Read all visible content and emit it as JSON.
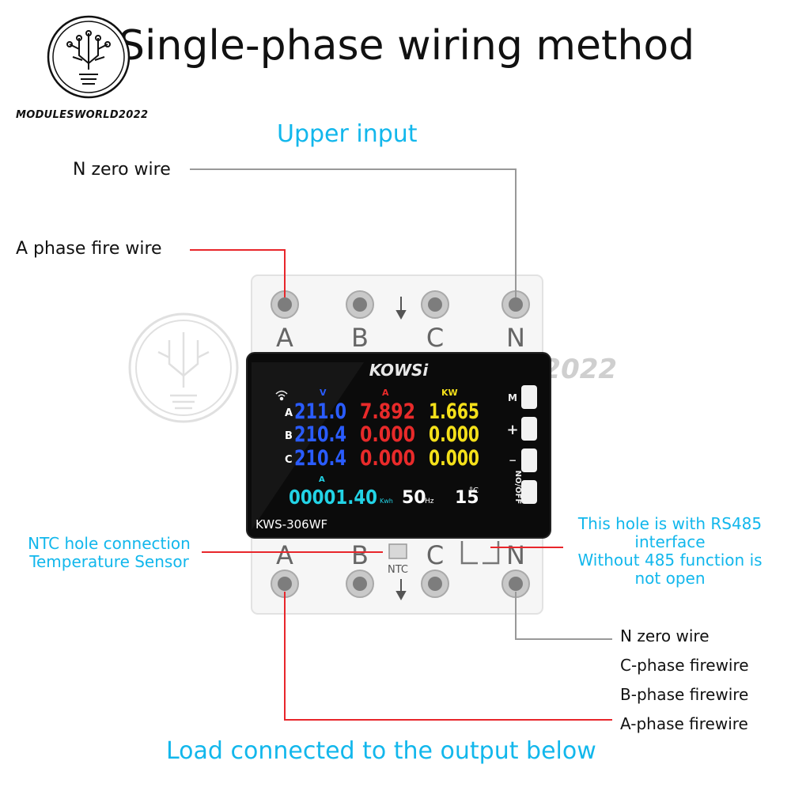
{
  "title": "Single-phase wiring method",
  "brand": "MODULESWORLD2022",
  "watermark_text": "MODULESWORLD2022",
  "upper_input": "Upper input",
  "load_output": "Load connected to the output below",
  "left_labels": {
    "n_zero_wire": "N zero wire",
    "a_phase_fire_wire": "A phase fire wire"
  },
  "ntc_note": {
    "line1": "NTC hole connection",
    "line2": "Temperature Sensor"
  },
  "rs485_note": {
    "line1": "This hole is with RS485",
    "line2": "interface",
    "line3": "Without 485 function is",
    "line4": "not open"
  },
  "right_labels": {
    "n": "N zero wire",
    "c": "C-phase firewire",
    "b": "B-phase firewire",
    "a": "A-phase firewire"
  },
  "terminals": {
    "top": [
      "A",
      "B",
      "C",
      "N"
    ],
    "bottom": [
      "A",
      "B",
      "C",
      "N"
    ],
    "ntc": "NTC"
  },
  "device": {
    "brand": "KOWSi",
    "model": "KWS-306WF",
    "units": {
      "v": "V",
      "a": "A",
      "kw": "KW",
      "a_total": "A",
      "kwh": "Kwh",
      "hz": "Hz",
      "temp": "°C"
    },
    "rows": [
      {
        "phase": "A",
        "v": "211.0",
        "a": "7.892",
        "kw": "1.665"
      },
      {
        "phase": "B",
        "v": "210.4",
        "a": "0.000",
        "kw": "0.000"
      },
      {
        "phase": "C",
        "v": "210.4",
        "a": "0.000",
        "kw": "0.000"
      }
    ],
    "energy": "00001.40",
    "frequency": "50",
    "temperature": "15",
    "buttons": [
      "M",
      "+",
      "−",
      "NO/OFF"
    ]
  },
  "colors": {
    "cyan": "#12b7ec",
    "red_wire": "#e8262b",
    "gray_wire": "#999999",
    "volt": "#2a5cff",
    "amp": "#e82a2a",
    "kw": "#f4e01a",
    "energy": "#22d3e6"
  }
}
